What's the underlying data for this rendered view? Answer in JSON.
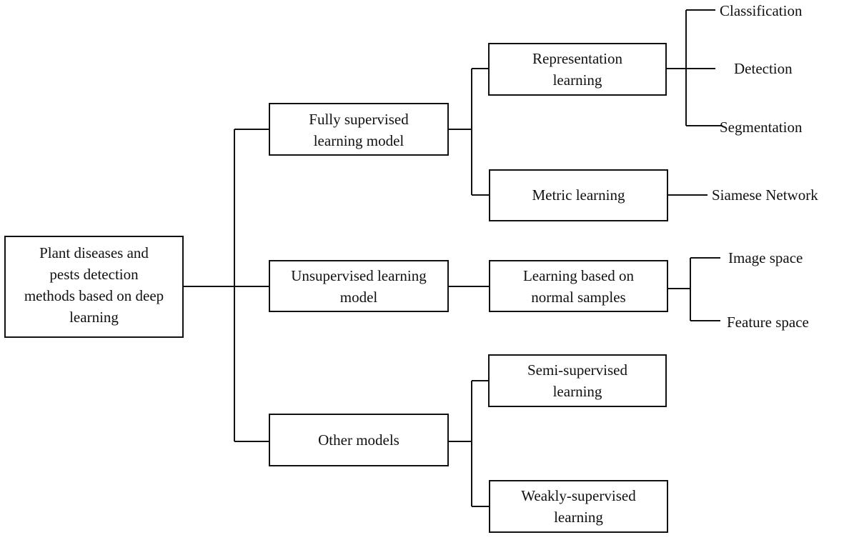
{
  "diagram": {
    "root": {
      "lines": [
        "Plant diseases and",
        "pests detection",
        "methods based on deep",
        "learning"
      ]
    },
    "level1": [
      {
        "id": "fully",
        "lines": [
          "Fully supervised",
          "learning model"
        ]
      },
      {
        "id": "unsup",
        "lines": [
          "Unsupervised learning",
          "model"
        ]
      },
      {
        "id": "other",
        "lines": [
          "Other models"
        ]
      }
    ],
    "level2": [
      {
        "id": "representation",
        "parent": "fully",
        "lines": [
          "Representation",
          "learning"
        ]
      },
      {
        "id": "metric",
        "parent": "fully",
        "lines": [
          "Metric learning"
        ]
      },
      {
        "id": "normal",
        "parent": "unsup",
        "lines": [
          "Learning based on",
          "normal samples"
        ]
      },
      {
        "id": "semi",
        "parent": "other",
        "lines": [
          "Semi-supervised",
          "learning"
        ]
      },
      {
        "id": "weak",
        "parent": "other",
        "lines": [
          "Weakly-supervised",
          "learning"
        ]
      }
    ],
    "leaves": [
      {
        "id": "classification",
        "parent": "representation",
        "label": "Classification"
      },
      {
        "id": "detection",
        "parent": "representation",
        "label": "Detection"
      },
      {
        "id": "segmentation",
        "parent": "representation",
        "label": "Segmentation"
      },
      {
        "id": "siamese",
        "parent": "metric",
        "label": "Siamese Network"
      },
      {
        "id": "image-space",
        "parent": "normal",
        "label": "Image space"
      },
      {
        "id": "feature-space",
        "parent": "normal",
        "label": "Feature space"
      }
    ]
  }
}
